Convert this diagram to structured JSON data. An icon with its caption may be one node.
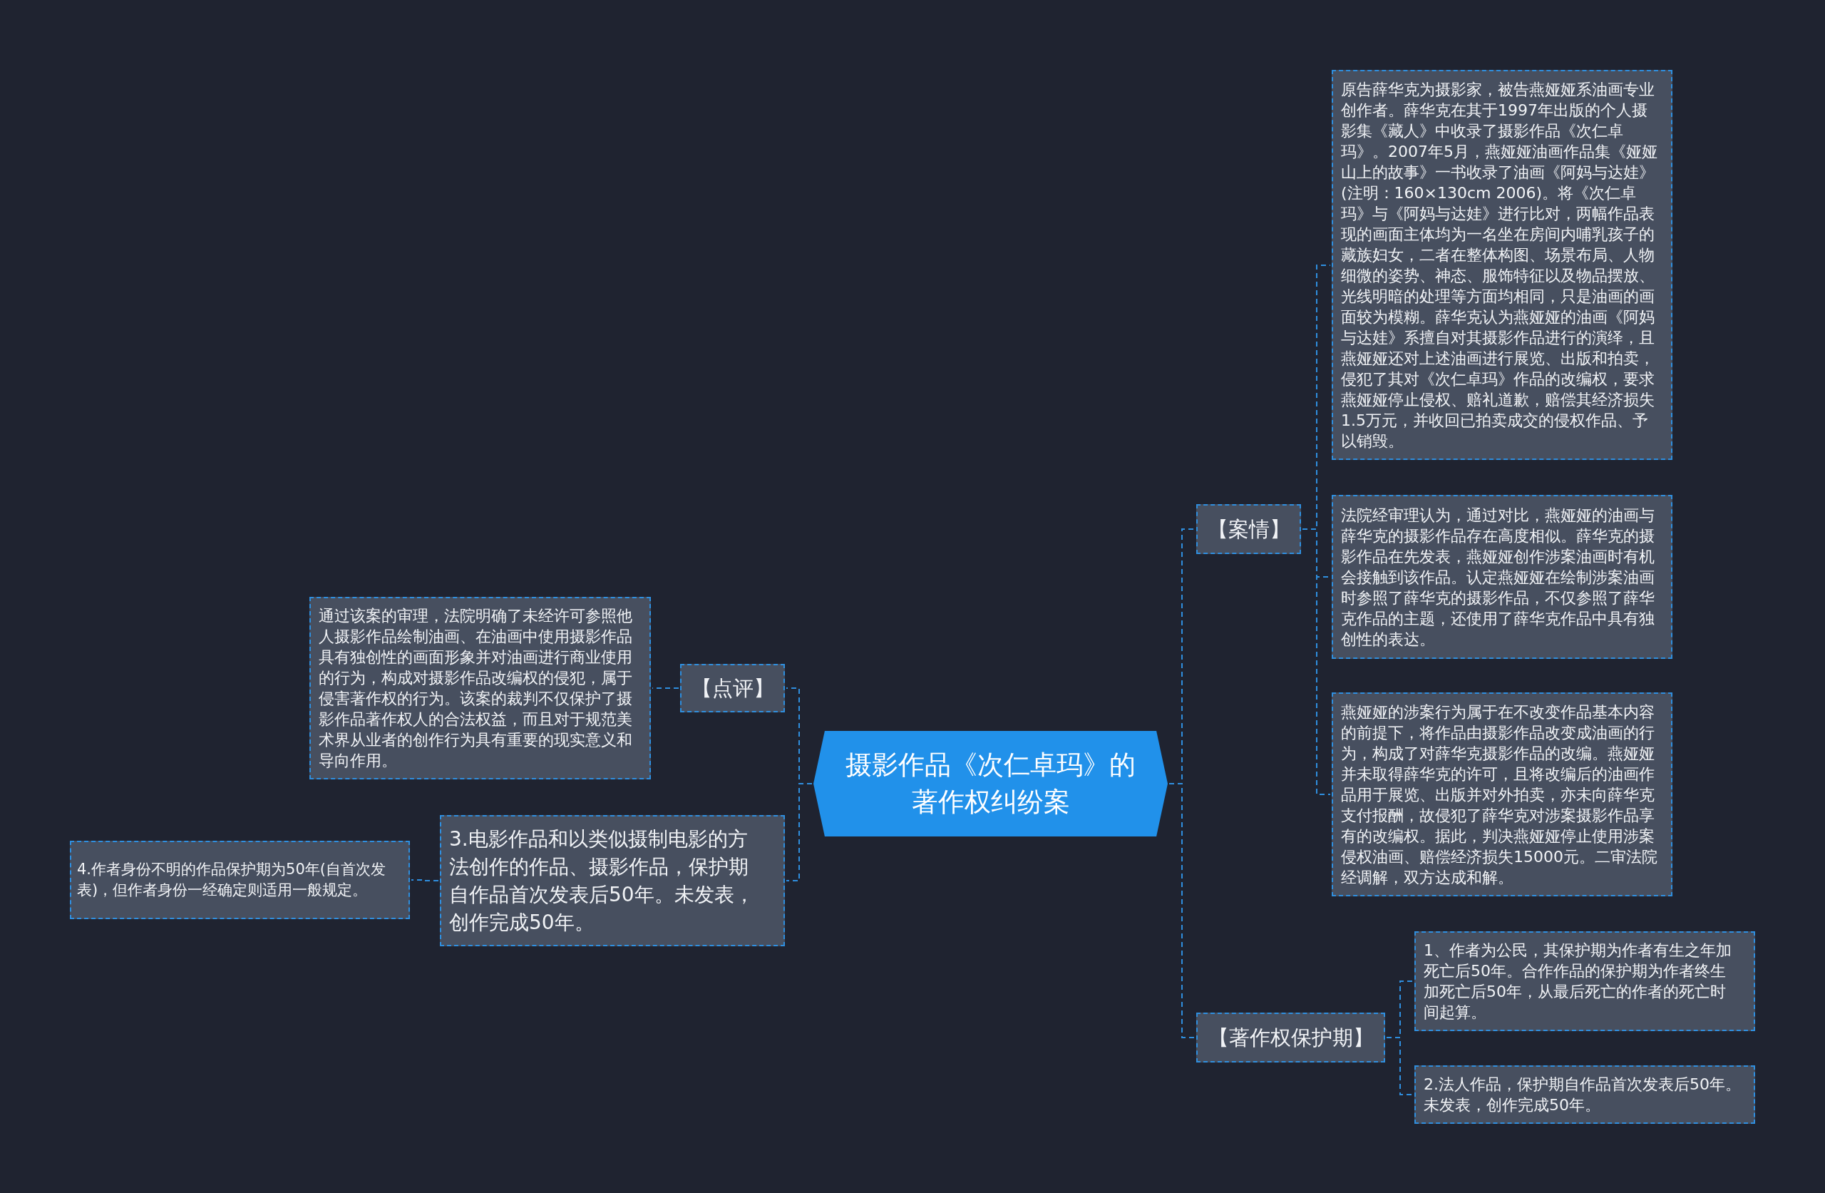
{
  "diagram": {
    "nodes": [
      {
        "text": [
          "摄影作品《次仁卓玛》的著作权纠纷案"
        ]
      },
      {
        "text": [
          "【案情】"
        ]
      },
      {
        "text": [
          "原告薛华克为摄影家，被告燕娅娅系油画专业创作者。薛华克在其于1997年出版的个人摄影集《藏人》中收录了摄影作品《次仁卓玛》。2007年5月，燕娅娅油画作品集《娅娅山上的故事》一书收录了油画《阿妈与达娃》(注明：160×130cm 2006)。将《次仁卓玛》与《阿妈与达娃》进行比对，两幅作品表现的画面主体均为一名坐在房间内哺乳孩子的藏族妇女，二者在整体构图、场景布局、人物细微的姿势、神态、服饰特征以及物品摆放、光线明暗的处理等方面均相同，只是油画的画面较为模糊。薛华克认为燕娅娅的油画《阿妈与达娃》系擅自对其摄影作品进行的演绎，且燕娅娅还对上述油画进行展览、出版和拍卖，侵犯了其对《次仁卓玛》作品的改编权，要求燕娅娅停止侵权、赔礼道歉，赔偿其经济损失1.5万元，并收回已拍卖成交的侵权作品、予以销毁。"
        ]
      },
      {
        "text": [
          "法院经审理认为，通过对比，燕娅娅的油画与薛华克的摄影作品存在高度相似。薛华克的摄影作品在先发表，燕娅娅创作涉案油画时有机会接触到该作品。认定燕娅娅在绘制涉案油画时参照了薛华克的摄影作品，不仅参照了薛华克作品的主题，还使用了薛华克作品中具有独创性的表达。"
        ]
      },
      {
        "text": [
          "燕娅娅的涉案行为属于在不改变作品基本内容的前提下，将作品由摄影作品改变成油画的行为，构成了对薛华克摄影作品的改编。燕娅娅并未取得薛华克的许可，且将改编后的油画作品用于展览、出版并对外拍卖，亦未向薛华克支付报酬，故侵犯了薛华克对涉案摄影作品享有的改编权。据此，判决燕娅娅停止使用涉案侵权油画、赔偿经济损失15000元。二审法院经调解，双方达成和解。"
        ]
      },
      {
        "text": [
          "【著作权保护期】"
        ]
      },
      {
        "text": [
          "1、作者为公民，其保护期为作者有生之年加死亡后50年。合作作品的保护期为作者终生加死亡后50年，从最后死亡的作者的死亡时间起算。"
        ]
      },
      {
        "text": [
          "2.法人作品，保护期自作品首次发表后50年。未发表，创作完成50年。"
        ]
      },
      {
        "text": [
          "【点评】"
        ]
      },
      {
        "text": [
          "通过该案的审理，法院明确了未经许可参照他人摄影作品绘制油画、在油画中使用摄影作品具有独创性的画面形象并对油画进行商业使用的行为，构成对摄影作品改编权的侵犯，属于侵害著作权的行为。该案的裁判不仅保护了摄影作品著作权人的合法权益，而且对于规范美术界从业者的创作行为具有重要的现实意义和导向作用。"
        ]
      },
      {
        "text": [
          "3.电影作品和以类似摄制电影的方法创作的作品、摄影作品，保护期自作品首次发表后50年。未发表，创作完成50年。"
        ]
      },
      {
        "text": [
          "4.作者身份不明的作品保护期为50年(自首次发表)，但作者身份一经确定则适用一般规定。"
        ]
      }
    ],
    "edges": [
      {
        "from": 0,
        "to": 1,
        "arrow": "none",
        "style": "dashed"
      },
      {
        "from": 1,
        "to": 2,
        "arrow": "none",
        "style": "dashed"
      },
      {
        "from": 1,
        "to": 3,
        "arrow": "none",
        "style": "dashed"
      },
      {
        "from": 1,
        "to": 4,
        "arrow": "none",
        "style": "dashed"
      },
      {
        "from": 0,
        "to": 5,
        "arrow": "none",
        "style": "dashed"
      },
      {
        "from": 5,
        "to": 6,
        "arrow": "none",
        "style": "dashed"
      },
      {
        "from": 5,
        "to": 7,
        "arrow": "none",
        "style": "dashed"
      },
      {
        "from": 0,
        "to": 8,
        "arrow": "none",
        "style": "dashed"
      },
      {
        "from": 8,
        "to": 9,
        "arrow": "none",
        "style": "dashed"
      },
      {
        "from": 0,
        "to": 10,
        "arrow": "none",
        "style": "dashed"
      },
      {
        "from": 10,
        "to": 11,
        "arrow": "none",
        "style": "dashed"
      }
    ]
  }
}
